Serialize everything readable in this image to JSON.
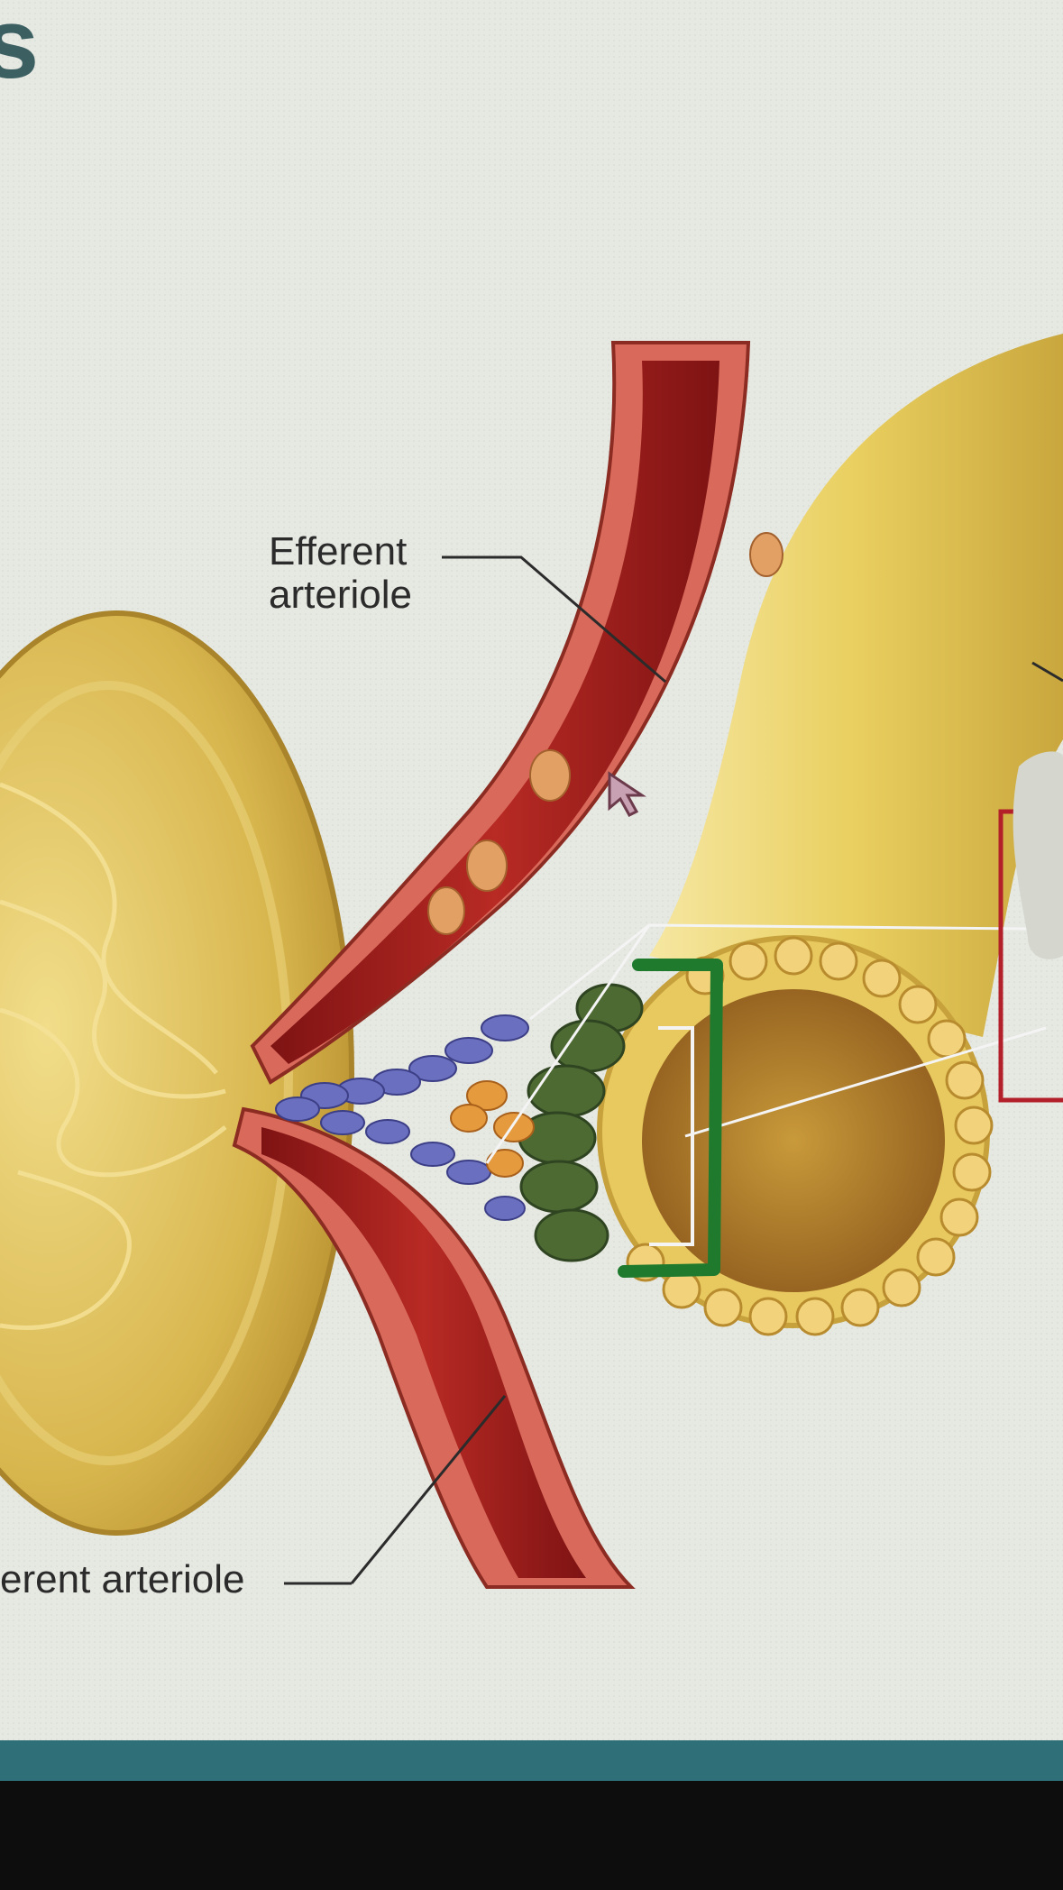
{
  "labels": {
    "efferent_line1": "Efferent",
    "efferent_line2": "arteriole",
    "afferent": "erent arteriole",
    "heading_fragment": "s"
  },
  "annotations": {
    "bracket_color": "#1f7a2e",
    "red_box_color": "#b3202a"
  },
  "colors": {
    "background": "#e4e6e0",
    "vessel_wall": "#c8554a",
    "vessel_lumen": "#9c1c1c",
    "tubule": "#e3c75a",
    "macula_densa": "#4e6a33",
    "granular_cells": "#6b6fc0",
    "glomerulus": "#d9b85a",
    "screen_bezel": "#0d0d0d",
    "screen_edge": "#2f6f78"
  }
}
